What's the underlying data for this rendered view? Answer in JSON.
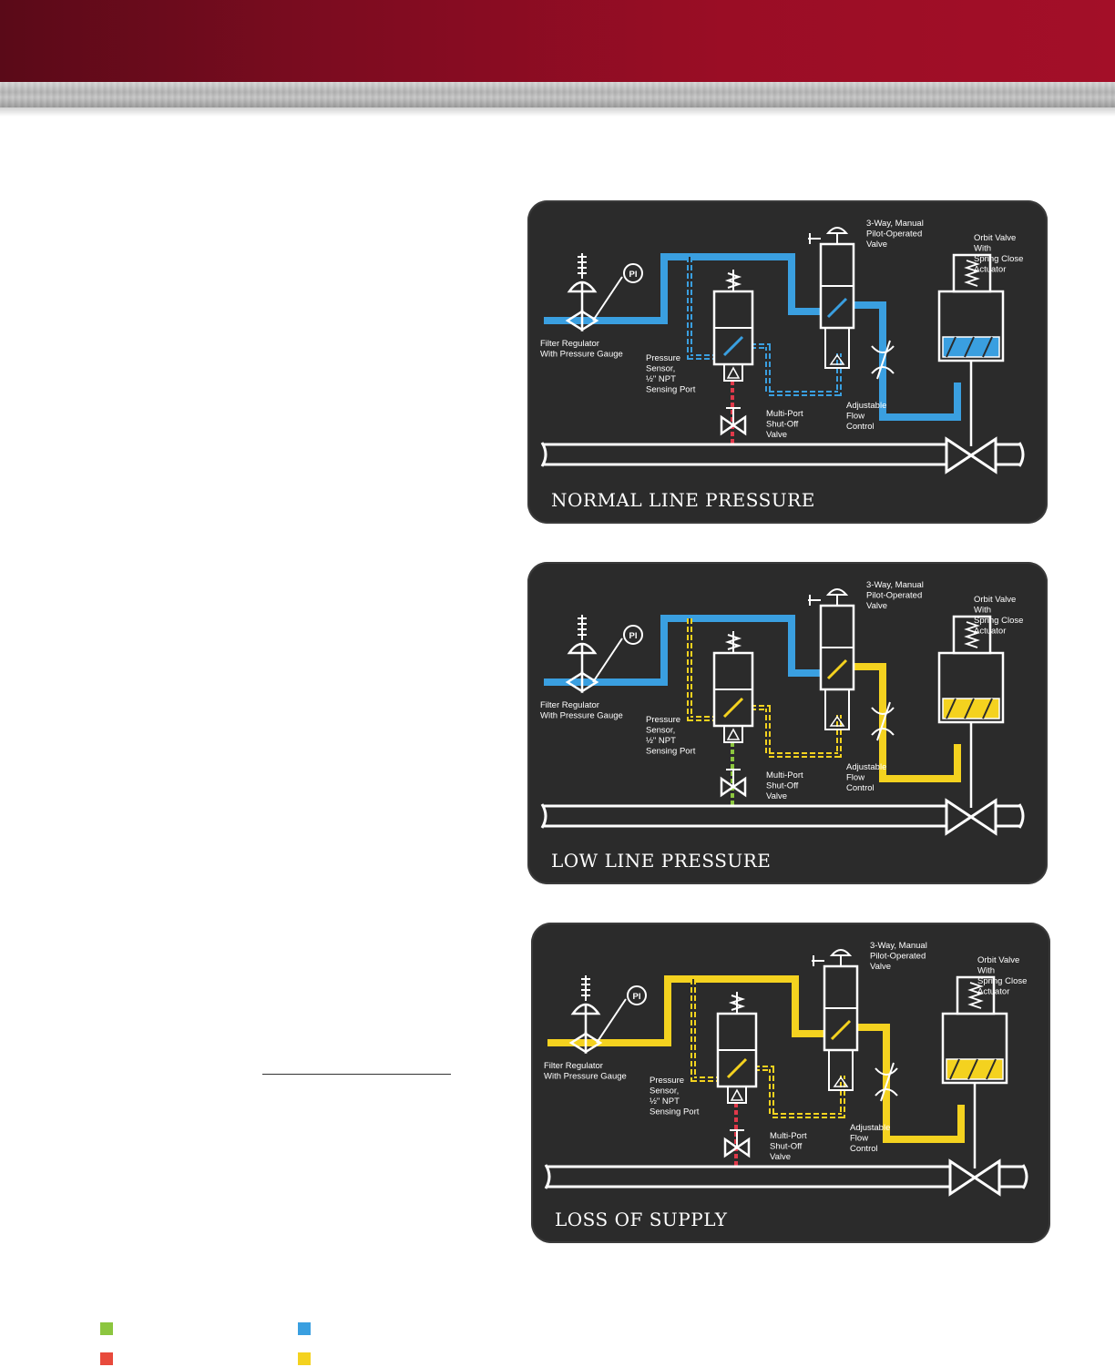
{
  "diagrams": [
    {
      "title": "NORMAL LINE PRESSURE",
      "main_color": "#3a9fe0",
      "out_color": "#3a9fe0",
      "pilot_color": "#3a9fe0",
      "sense_color": "#e0394a"
    },
    {
      "title": "LOW LINE PRESSURE",
      "main_color": "#3a9fe0",
      "out_color": "#f4d21f",
      "pilot_color": "#f4d21f",
      "sense_color": "#8cc63f"
    },
    {
      "title": "LOSS OF SUPPLY",
      "main_color": "#f4d21f",
      "out_color": "#f4d21f",
      "pilot_color": "#f4d21f",
      "sense_color": "#e0394a"
    }
  ],
  "labels": {
    "manual_valve": [
      "3-Way, Manual",
      "Pilot-Operated",
      "Valve"
    ],
    "orbit_valve": [
      "Orbit Valve",
      "With",
      "Spring Close",
      "Actuator"
    ],
    "filter": [
      "Filter Regulator",
      "With Pressure Gauge"
    ],
    "sensor": [
      "Pressure",
      "Sensor,",
      "½\" NPT",
      "Sensing Port"
    ],
    "shutoff": [
      "Multi-Port",
      "Shut-Off",
      "Valve"
    ],
    "flow": [
      "Adjustable",
      "Flow",
      "Control"
    ],
    "gauge": "PI"
  },
  "legend": {
    "swatch_colors": [
      "#8cc63f",
      "#3a9fe0",
      "#e84a3c",
      "#f4d21f"
    ]
  }
}
